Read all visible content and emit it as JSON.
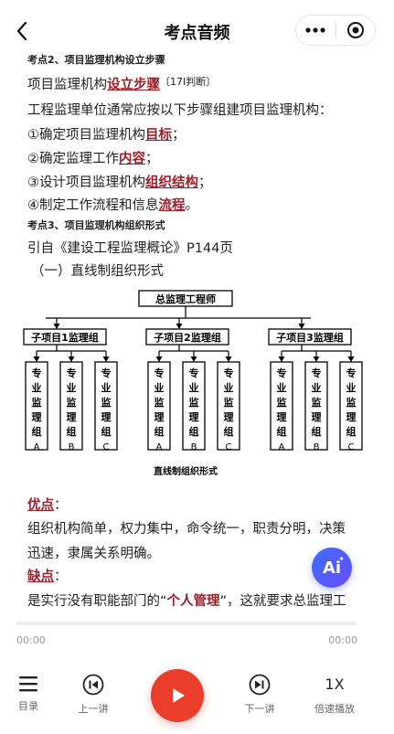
{
  "header": {
    "title": "考点音频"
  },
  "content": {
    "point2_title": "考点2、项目监理机构设立步骤",
    "line1_prefix": "项目监理机构",
    "line1_kw": "设立步骤",
    "line1_tag": "〔17I判断〕",
    "line2": "工程监理单位通常应按以下步骤组建项目监理机构：",
    "step1_prefix": "①确定项目监理机构",
    "step1_kw": "目标",
    "step1_suffix": "；",
    "step2_prefix": "②确定监理工作",
    "step2_kw": "内容",
    "step2_suffix": "；",
    "step3_prefix": "③设计项目监理机构",
    "step3_kw": "组织结构",
    "step3_suffix": "；",
    "step4_prefix": "④制定工作流程和信息",
    "step4_kw": "流程",
    "step4_suffix": "。",
    "point3_title": "考点3、项目监理机构组织形式",
    "ref_line": "引自《建设工程监理概论》P144页",
    "sub_title": "（一）直线制组织形式",
    "advantage_label": "优点",
    "advantage_colon": "：",
    "advantage_text1": "组织机构简单，权力集中，命令统一，职责分明，决策",
    "advantage_text2": "迅速，隶属关系明确。",
    "disadvantage_label": "缺点",
    "disadvantage_colon": "：",
    "disadvantage_prefix": "是实行没有职能部门的“",
    "disadvantage_kw": "个人管理",
    "disadvantage_suffix": "”，这就要求总监理工"
  },
  "diagram": {
    "root": "总监理工程师",
    "groups": [
      {
        "name": "子项目1监理组",
        "members": [
          "A",
          "B",
          "C"
        ]
      },
      {
        "name": "子项目2监理组",
        "members": [
          "A",
          "B",
          "C"
        ]
      },
      {
        "name": "子项目3监理组",
        "members": [
          "A",
          "B",
          "C"
        ]
      }
    ],
    "member_text": [
      "专",
      "业",
      "监",
      "理",
      "组"
    ],
    "caption": "直线制组织形式"
  },
  "ai": {
    "label": "Ai"
  },
  "player": {
    "progress": 0,
    "time_current": "00:00",
    "time_total": "00:00",
    "controls": {
      "menu_label": "目录",
      "prev_label": "上一讲",
      "next_label": "下一讲",
      "speed_value": "1X",
      "speed_label": "倍速播放"
    }
  }
}
